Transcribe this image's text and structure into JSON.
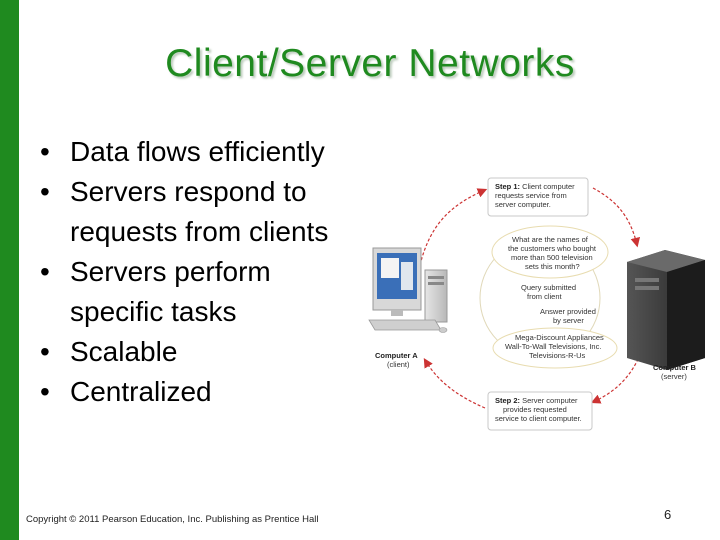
{
  "slide": {
    "title": "Client/Server Networks",
    "bullets": [
      {
        "lines": [
          "Data flows efficiently"
        ]
      },
      {
        "lines": [
          "Servers respond to",
          "requests from clients"
        ]
      },
      {
        "lines": [
          "Servers perform",
          "specific tasks"
        ]
      },
      {
        "lines": [
          "Scalable"
        ]
      },
      {
        "lines": [
          "Centralized"
        ]
      }
    ],
    "footer": "Copyright © 2011 Pearson Education, Inc. Publishing as Prentice Hall",
    "page_number": "6"
  },
  "diagram": {
    "step1": {
      "label": "Step 1:",
      "lines": [
        " Client computer",
        "requests service from",
        "server computer."
      ]
    },
    "query_bubble": [
      "What are the names of",
      "the customers who bought",
      "more than 500 television",
      "sets this month?"
    ],
    "query_caption": [
      "Query submitted",
      "from client"
    ],
    "answer_caption": [
      "Answer provided",
      "by server"
    ],
    "answer_bubble": [
      "Mega-Discount Appliances",
      "Wall-To-Wall Televisions, Inc.",
      "Televisions-R-Us"
    ],
    "step2": {
      "label": "Step 2:",
      "lines": [
        " Server computer",
        "provides requested",
        "service to client computer."
      ]
    },
    "computer_a": [
      "Computer A",
      "(client)"
    ],
    "computer_b": [
      "Computer B",
      "(server)"
    ],
    "colors": {
      "accent": "#1f8a1f",
      "arrow": "#cc3333",
      "monitor_screen": "#3a6fb8"
    }
  }
}
